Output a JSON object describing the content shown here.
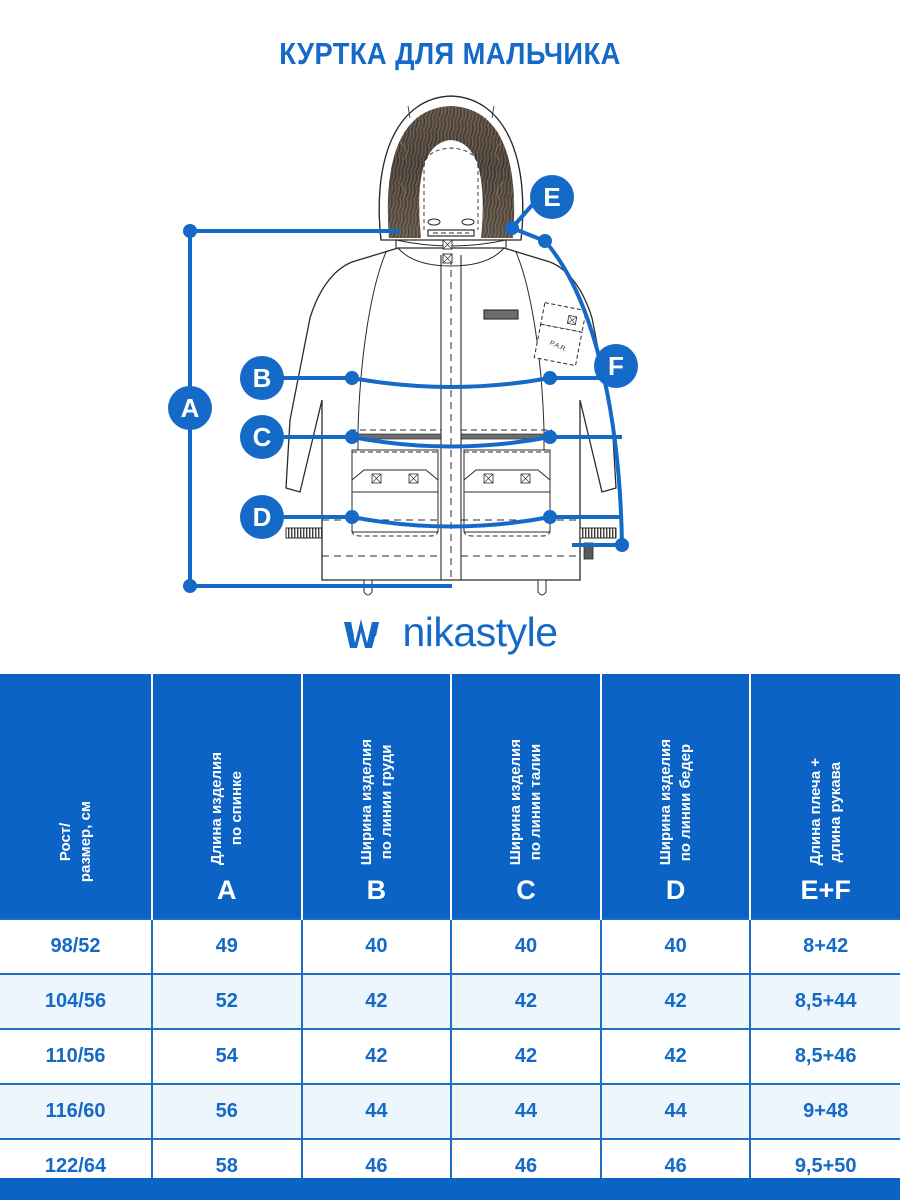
{
  "title": "КУРТКА ДЛЯ МАЛЬЧИКА",
  "brand": {
    "name": "nikastyle",
    "mark": "wave-m-icon"
  },
  "colors": {
    "blue": "#1569c7",
    "header_blue": "#0b63c5",
    "row_alt": "#eef6fd",
    "border": "#1d6fc4",
    "white": "#ffffff"
  },
  "illustration": {
    "garment": "boys-winter-jacket-technical-drawing",
    "sleeve_pocket_label": "P.A.R.",
    "markers": [
      {
        "id": "A",
        "label": "A",
        "meaning": "Длина изделия по спинке"
      },
      {
        "id": "B",
        "label": "B",
        "meaning": "Ширина изделия по линии груди"
      },
      {
        "id": "C",
        "label": "C",
        "meaning": "Ширина изделия по линии талии"
      },
      {
        "id": "D",
        "label": "D",
        "meaning": "Ширина изделия по линии бедер"
      },
      {
        "id": "E",
        "label": "E",
        "meaning": "Длина плеча"
      },
      {
        "id": "F",
        "label": "F",
        "meaning": "Длина рукава"
      }
    ]
  },
  "table": {
    "headers": [
      {
        "text": "Рост/\nразмер, см",
        "letter": ""
      },
      {
        "text": "Длина изделия\nпо спинке",
        "letter": "A"
      },
      {
        "text": "Ширина изделия\nпо линии груди",
        "letter": "B"
      },
      {
        "text": "Ширина изделия\nпо линии талии",
        "letter": "C"
      },
      {
        "text": "Ширина изделия\nпо линии бедер",
        "letter": "D"
      },
      {
        "text": "Длина плеча +\nдлина рукава",
        "letter": "E+F"
      }
    ],
    "rows": [
      [
        "98/52",
        "49",
        "40",
        "40",
        "40",
        "8+42"
      ],
      [
        "104/56",
        "52",
        "42",
        "42",
        "42",
        "8,5+44"
      ],
      [
        "110/56",
        "54",
        "42",
        "42",
        "42",
        "8,5+46"
      ],
      [
        "116/60",
        "56",
        "44",
        "44",
        "44",
        "9+48"
      ],
      [
        "122/64",
        "58",
        "46",
        "46",
        "46",
        "9,5+50"
      ]
    ]
  }
}
